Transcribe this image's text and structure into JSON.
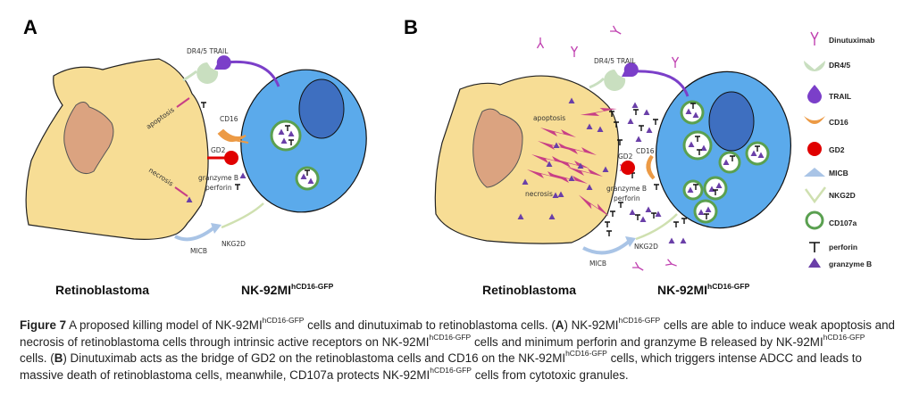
{
  "panels": [
    {
      "letter": "A",
      "labels": {
        "dr45_trail": "DR4/5 TRAIL",
        "apoptosis": "apoptosis",
        "necrosis": "necrosis",
        "cd16": "CD16",
        "gd2": "GD2",
        "granzyme": "granzyme B",
        "perforin": "perforin",
        "micb": "MICB",
        "nkg2d": "NKG2D"
      },
      "cell_left": "Retinoblastoma",
      "cell_right_main": "NK-92MI",
      "cell_right_sup": "hCD16-GFP"
    },
    {
      "letter": "B",
      "labels": {
        "dr45_trail": "DR4/5 TRAIL",
        "apoptosis": "apoptosis",
        "necrosis": "necrosis",
        "cd16": "CD16",
        "gd2": "GD2",
        "granzyme": "granzyme B",
        "perforin": "perforin",
        "micb": "MICB",
        "nkg2d": "NKG2D"
      },
      "cell_left": "Retinoblastoma",
      "cell_right_main": "NK-92MI",
      "cell_right_sup": "hCD16-GFP"
    }
  ],
  "legend": [
    {
      "icon": "dinutuximab-icon",
      "label": "Dinutuximab",
      "color": "#c040b0"
    },
    {
      "icon": "dr45-icon",
      "label": "DR4/5",
      "color": "#c9dfc0"
    },
    {
      "icon": "trail-icon",
      "label": "TRAIL",
      "color": "#7b3fc9"
    },
    {
      "icon": "cd16-icon",
      "label": "CD16",
      "color": "#ec9a45"
    },
    {
      "icon": "gd2-icon",
      "label": "GD2",
      "color": "#e00000"
    },
    {
      "icon": "micb-icon",
      "label": "MICB",
      "color": "#a9c4e6"
    },
    {
      "icon": "nkg2d-icon",
      "label": "NKG2D",
      "color": "#cfe0b0"
    },
    {
      "icon": "cd107a-icon",
      "label": "CD107a",
      "color": "#5aa050"
    },
    {
      "icon": "perforin-icon",
      "label": "perforin",
      "color": "#111111"
    },
    {
      "icon": "granzyme-b-icon",
      "label": "granzyme B",
      "color": "#6a3fa8"
    }
  ],
  "colors": {
    "tumor": "#f7dd95",
    "nucleus_tumor": "#dba380",
    "nk_cell": "#5baaeb",
    "nk_nucleus": "#3e6fc0"
  },
  "caption": {
    "fig_label": "Figure 7",
    "p1": " A proposed killing model of NK-92MI",
    "sup": "hCD16-GFP",
    "p2": " cells and dinutuximab to retinoblastoma cells. (",
    "A": "A",
    "p3": ") NK-92MI",
    "p4": " cells are able to induce weak apoptosis and necrosis of retinoblastoma cells through intrinsic active receptors on NK-92MI",
    "p5": " cells and minimum perforin and granzyme B released by NK-92MI",
    "p6": " cells. (",
    "B": "B",
    "p7": ") Dinutuximab acts as the bridge of GD2 on the retinoblastoma cells and CD16 on the NK-92MI",
    "p8": " cells, which triggers intense ADCC and leads to massive death of retinoblastoma cells, meanwhile, CD107a protects NK-92MI",
    "p9": " cells from cytotoxic granules."
  }
}
